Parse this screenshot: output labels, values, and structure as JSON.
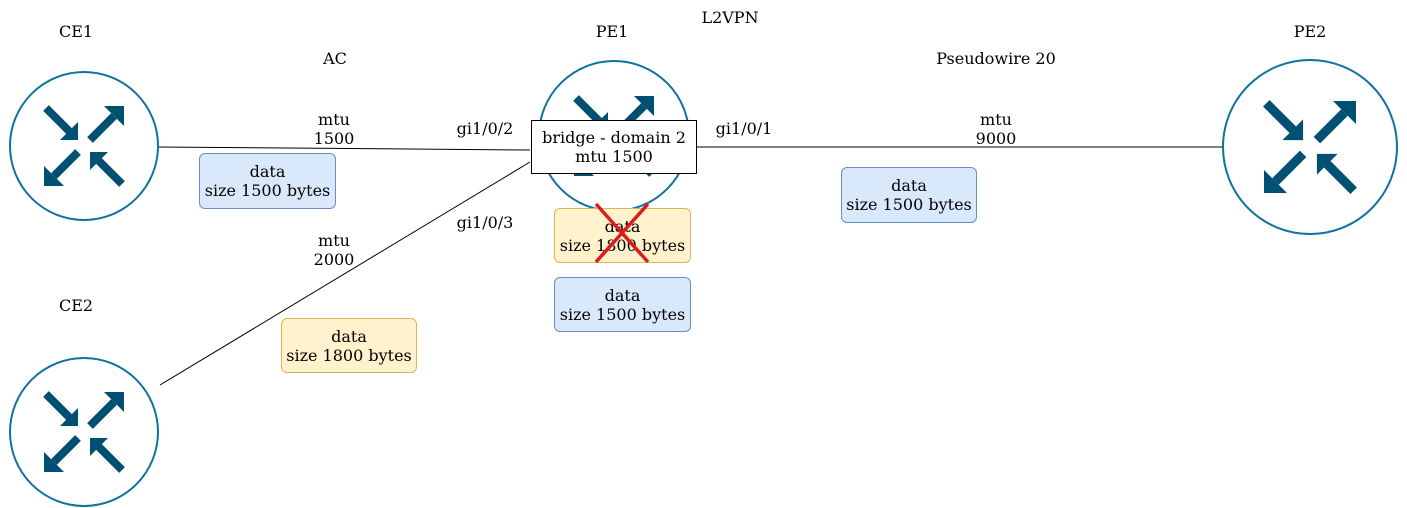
{
  "title": "L2VPN",
  "colors": {
    "router_fill": "#ffffff",
    "router_stroke": "#10739e",
    "router_arrow": "#005073",
    "blue_fill": "#dae8fc",
    "blue_stroke": "#6c8ebf",
    "yellow_fill": "#fff2cc",
    "yellow_stroke": "#d6b656",
    "cross": "#e01b1b"
  },
  "routers": {
    "ce1": {
      "label": "CE1",
      "icon": "router-icon"
    },
    "ce2": {
      "label": "CE2",
      "icon": "router-icon"
    },
    "pe1": {
      "label": "PE1",
      "icon": "router-icon"
    },
    "pe2": {
      "label": "PE2",
      "icon": "router-icon"
    }
  },
  "links": {
    "ac_label": "AC",
    "pseudowire_label": "Pseudowire 20",
    "ce1_pe1_mtu": [
      "mtu",
      "1500"
    ],
    "ce2_pe1_mtu": [
      "mtu",
      "2000"
    ],
    "pe1_pe2_mtu": [
      "mtu",
      "9000"
    ]
  },
  "interfaces": {
    "gi1_0_2": "gi1/0/2",
    "gi1_0_3": "gi1/0/3",
    "gi1_0_1": "gi1/0/1"
  },
  "bridge": {
    "line1": "bridge - domain 2",
    "line2": "mtu 1500"
  },
  "data_boxes": {
    "ce1_link": {
      "line1": "data",
      "line2": "size 1500 bytes",
      "kind": "blue"
    },
    "ce2_link": {
      "line1": "data",
      "line2": "size 1800 bytes",
      "kind": "yellow"
    },
    "pe1_dropped": {
      "line1": "data",
      "line2": "size 1800 bytes",
      "kind": "yellow",
      "crossed_out": true
    },
    "pe1_forwarded": {
      "line1": "data",
      "line2": "size 1500 bytes",
      "kind": "blue"
    },
    "pseudowire": {
      "line1": "data",
      "line2": "size 1500 bytes",
      "kind": "blue"
    }
  }
}
